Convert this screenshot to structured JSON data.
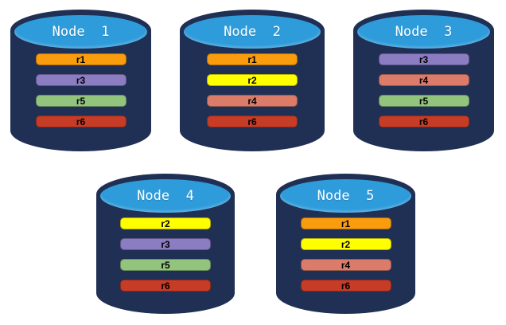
{
  "colors": {
    "cylinder_body": "#1F3054",
    "cylinder_top_face": "#2E9BDA",
    "title_text": "#FFFFFF",
    "replica_label_text": "#000000",
    "replicas": {
      "r1": "#F99C0D",
      "r2": "#FFFF00",
      "r3": "#8C7CC2",
      "r4": "#DB7C6B",
      "r5": "#92C47E",
      "r6": "#C63C26"
    }
  },
  "nodes": [
    {
      "label": "Node  1",
      "replicas": [
        "r1",
        "r3",
        "r5",
        "r6"
      ]
    },
    {
      "label": "Node  2",
      "replicas": [
        "r1",
        "r2",
        "r4",
        "r6"
      ]
    },
    {
      "label": "Node  3",
      "replicas": [
        "r3",
        "r4",
        "r5",
        "r6"
      ]
    },
    {
      "label": "Node  4",
      "replicas": [
        "r2",
        "r3",
        "r5",
        "r6"
      ]
    },
    {
      "label": "Node  5",
      "replicas": [
        "r1",
        "r2",
        "r4",
        "r6"
      ]
    }
  ]
}
